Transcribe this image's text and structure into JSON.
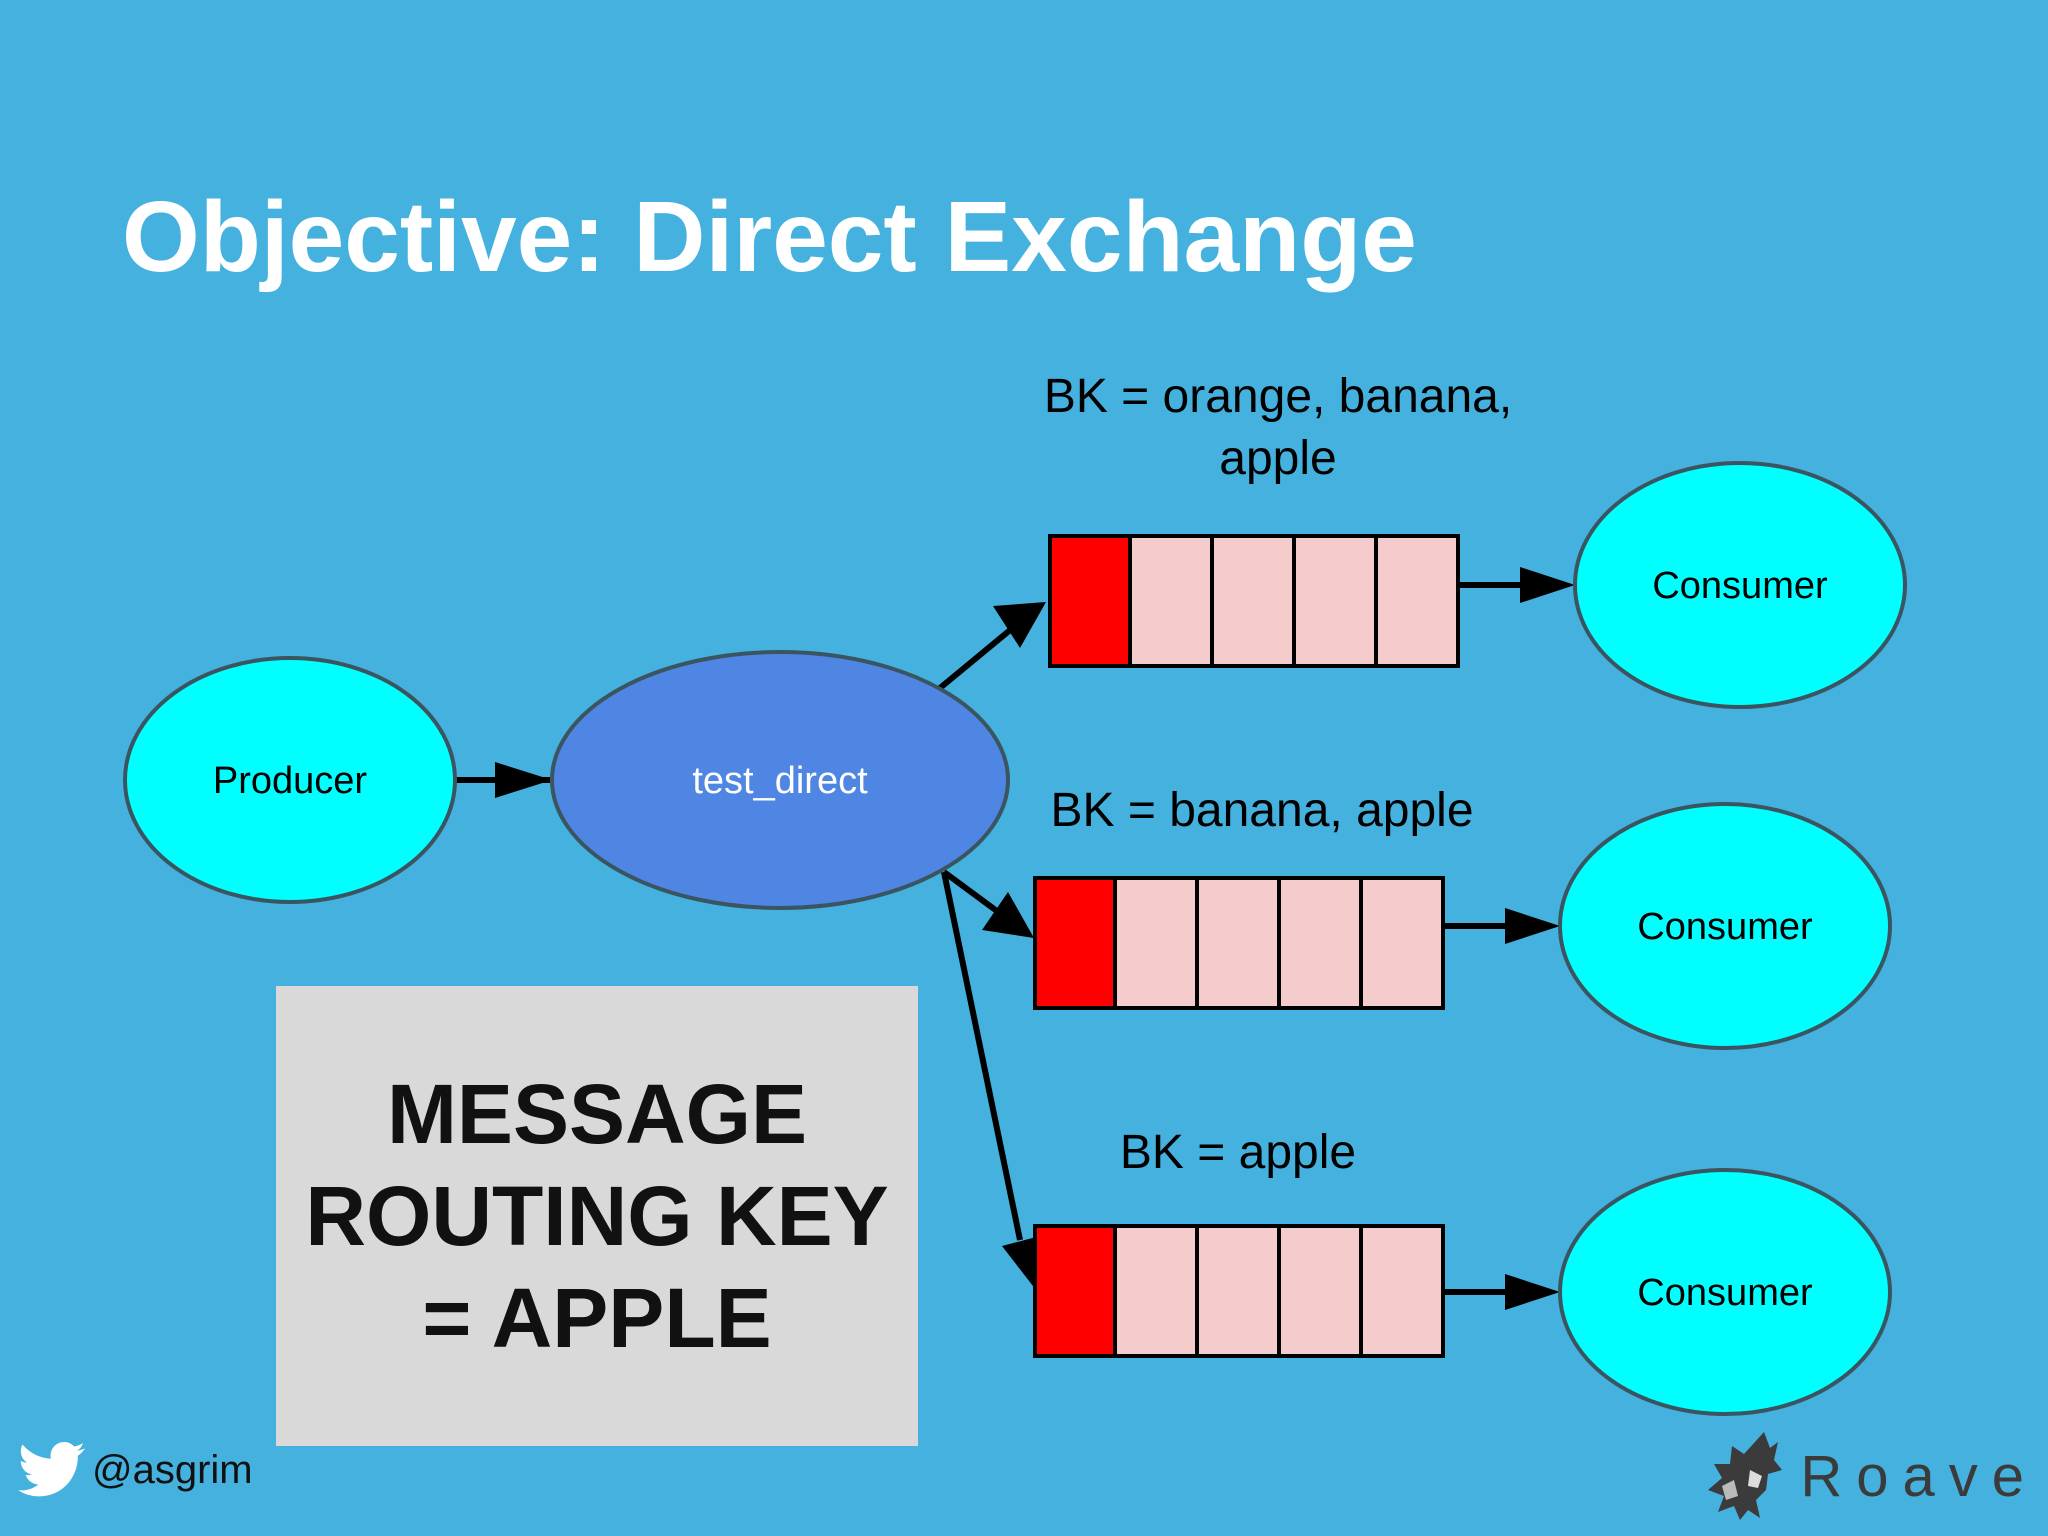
{
  "slide": {
    "title": "Objective: Direct Exchange"
  },
  "diagram": {
    "producer": "Producer",
    "exchange": "test_direct",
    "queues": [
      {
        "binding_lines": [
          "BK = orange, banana,",
          "apple"
        ],
        "consumer": "Consumer"
      },
      {
        "binding_lines": [
          "BK = banana, apple"
        ],
        "consumer": "Consumer"
      },
      {
        "binding_lines": [
          "BK = apple"
        ],
        "consumer": "Consumer"
      }
    ],
    "colors": {
      "background": "#45b1de",
      "endpoint_fill": "#00ffff",
      "exchange_fill": "#4f86e3",
      "queue_head": "#ff0000",
      "queue_cell": "#f4cccc"
    }
  },
  "message_box": {
    "lines": [
      "MESSAGE",
      "ROUTING KEY",
      "= APPLE"
    ]
  },
  "footer": {
    "icon": "twitter-bird-icon",
    "handle": "@asgrim",
    "brand": "Roave",
    "brand_icon": "roave-logo-icon"
  }
}
